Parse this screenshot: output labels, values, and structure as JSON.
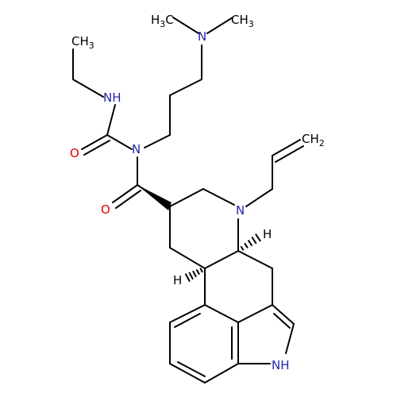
{
  "colors": {
    "carbon": "#000000",
    "nitrogen": "#2424a8",
    "oxygen": "#e00000"
  },
  "labels": {
    "ch3_top": {
      "main": "CH",
      "sub": "3"
    },
    "nh_urea": "NH",
    "o_urea": "O",
    "n_urea": "N",
    "h3c_left": {
      "main": "H",
      "sub": "3",
      "tail": "C"
    },
    "n_dimethyl": "N",
    "ch3_right": {
      "main": "CH",
      "sub": "3"
    },
    "ch2_vinyl": {
      "main": "CH",
      "sub": "2"
    },
    "o_amide": "O",
    "n_ring": "N",
    "h_upper": "H",
    "h_lower": "H",
    "nh_indole": "NH"
  }
}
